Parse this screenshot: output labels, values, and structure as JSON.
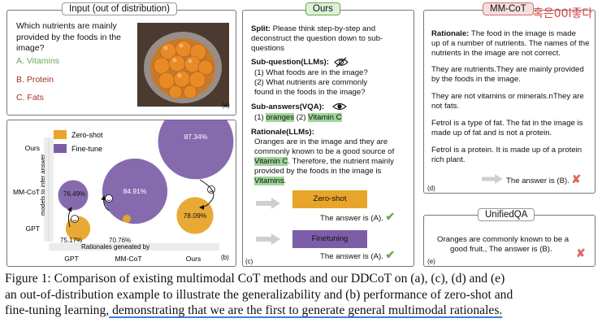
{
  "panel_a": {
    "tag": "Input (out of distribution)",
    "question_lines": [
      "Which nutrients are mainly",
      "provided by the foods in the",
      "image?"
    ],
    "option_a": "A. Vitamins",
    "option_b": "B. Protein",
    "option_c": "C. Fats",
    "label": "(a)",
    "colors": {
      "option_a": "#6aa84f",
      "option_b": "#a0302a",
      "option_c": "#a0302a"
    }
  },
  "panel_b": {
    "label": "(b)",
    "legend": [
      "Zero-shot",
      "Fine-tune"
    ],
    "y_title": "models to infer answer",
    "x_title": "Rationales geneated by"
  },
  "chart_data": {
    "type": "bubble",
    "categories": [
      "GPT",
      "MM-CoT",
      "Ours"
    ],
    "y_categories": [
      "GPT",
      "MM-CoT",
      "Ours"
    ],
    "series": [
      {
        "name": "Zero-shot",
        "color": "#e8a52a",
        "values": [
          75.17,
          70.76,
          78.09
        ]
      },
      {
        "name": "Fine-tune",
        "color": "#7b5ea7",
        "values": [
          76.49,
          84.91,
          87.34
        ]
      }
    ],
    "labels": [
      "75.17%",
      "70.76%",
      "78.09%",
      "76.49%",
      "84.91%",
      "87.34%"
    ]
  },
  "panel_c": {
    "tag": "Ours",
    "split_head": "Split:",
    "split_lines": [
      "Please think step-by-step and",
      "deconstruct the question down to sub-",
      "questions"
    ],
    "subq_head": "Sub-question(LLMs):",
    "subq_lines": [
      "(1) What foods are in the image?",
      "(2) What nutrients are commonly",
      "found in the foods in the image?"
    ],
    "suba_head": "Sub-answers(VQA):",
    "suba_prefix": "(1) ",
    "suba_1": "oranges",
    "suba_mid": " (2) ",
    "suba_2": "Vitamin C",
    "rat_head": "Rationale(LLMs):",
    "rat_lines": [
      "Oranges are in the image and they are",
      "commonly known to be a good source of"
    ],
    "rat_hl_1": "Vitamin C",
    "rat_after": ". Therefore, the nutrient mainly",
    "rat_line4": "provided by the   foods in the image is",
    "rat_hl_2": "Vitamins",
    "rat_end": ".",
    "zero_shot": "Zero-shot",
    "finetuning": "Finetuning",
    "answer": "The answer is (A).",
    "label": "(c)"
  },
  "panel_d": {
    "tag": "MM-CoT",
    "handwriting": "혹은00l좋다",
    "rat_head": "Rationale:",
    "rat_first": " The food in the image is made",
    "rat_lines": [
      "up of a number of nutrients. The names of the",
      "nutrients in the image are not correct."
    ],
    "p2": [
      "They are nutrients.They are mainly provided",
      "by the foods in the image."
    ],
    "p3": [
      "They are not vitamins or minerals.nThey are",
      "not fats."
    ],
    "p4": [
      "Fetrol is a type of fat. The fat in the image is",
      "made up of fat and is not a protein."
    ],
    "p5": [
      "Fetrol is a protein. It is made up of a protein",
      "rich plant."
    ],
    "answer": "The answer is (B).",
    "label": "(d)"
  },
  "panel_e": {
    "tag": "UnifiedQA",
    "lines": [
      "Oranges are commonly known to be a",
      "good fruit., The answer is (B)."
    ],
    "label": "(e)"
  },
  "caption": {
    "line1": "Figure 1: Comparison of existing multimodal CoT methods and our DDCoT on (a), (c), (d) and (e)",
    "line2": "an out-of-distribution example to illustrate the generalizability and (b) performance of zero-shot and",
    "line3_plain": "fine-tuning learning,",
    "line3_under": " demonstrating that we are the first to generate general multimodal rationales."
  }
}
